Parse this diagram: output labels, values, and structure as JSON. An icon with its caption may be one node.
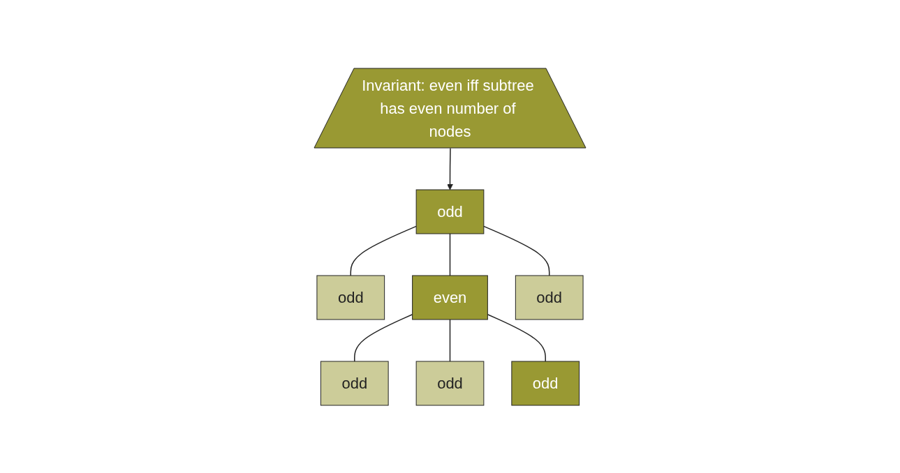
{
  "diagram": {
    "nodes": [
      {
        "text": [
          "odd"
        ]
      },
      {
        "text": [
          "Invariant: even iff subtree has even number of nodes"
        ]
      },
      {
        "text": [
          "odd"
        ]
      },
      {
        "text": [
          "even"
        ]
      },
      {
        "text": [
          "odd"
        ]
      },
      {
        "text": [
          "odd"
        ]
      },
      {
        "text": [
          "odd"
        ]
      },
      {
        "text": [
          "odd"
        ]
      }
    ],
    "edges": [
      {
        "from": 1,
        "to": 0,
        "arrow": "to"
      },
      {
        "from": 0,
        "to": 2,
        "arrow": "none"
      },
      {
        "from": 0,
        "to": 3,
        "arrow": "none"
      },
      {
        "from": 0,
        "to": 4,
        "arrow": "none"
      },
      {
        "from": 3,
        "to": 5,
        "arrow": "none"
      },
      {
        "from": 3,
        "to": 6,
        "arrow": "none"
      },
      {
        "from": 3,
        "to": 7,
        "arrow": "none"
      }
    ]
  }
}
